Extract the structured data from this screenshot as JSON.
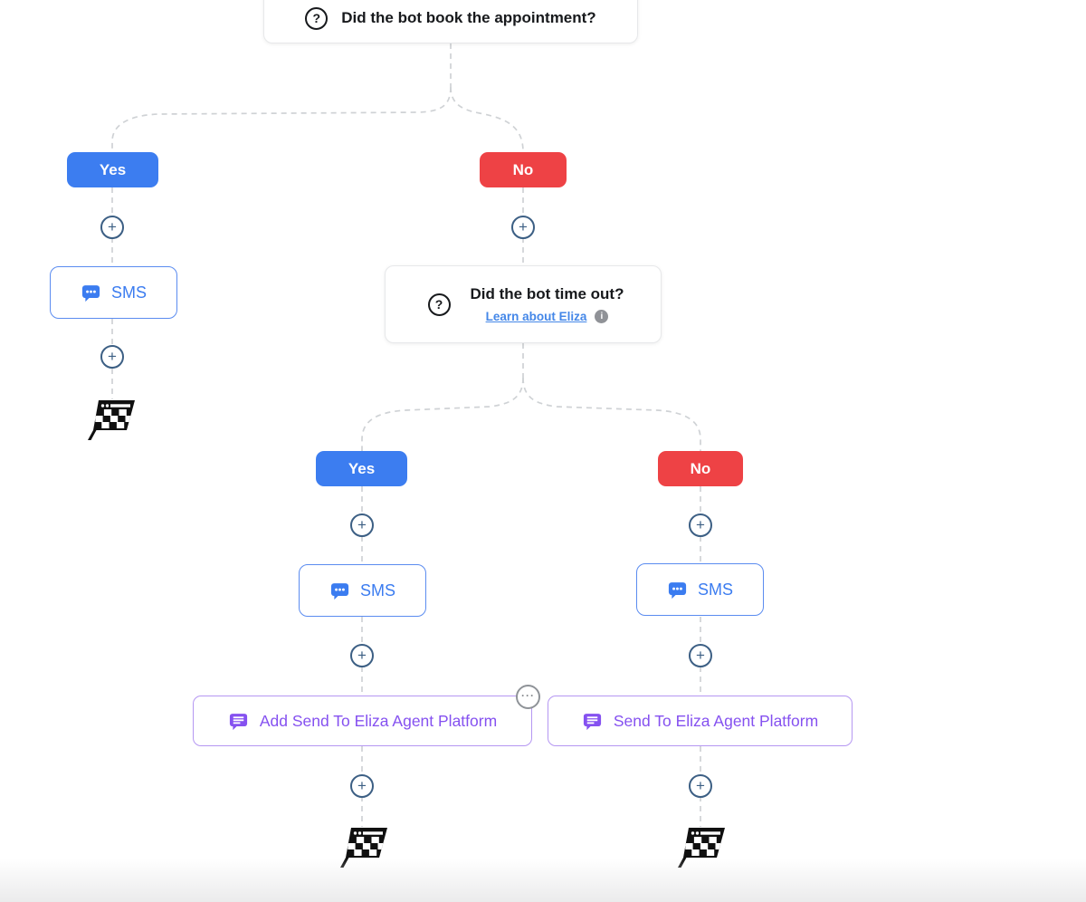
{
  "glyphs": {
    "plus": "+",
    "question": "?",
    "ellipsis": "···",
    "info": "i"
  },
  "colors": {
    "yes_button": "#3c7df0",
    "no_button": "#ee4245",
    "sms_accent": "#3b7cf0",
    "eliza_accent": "#8551f0",
    "connector": "#cfd2d5",
    "plus_icon": "#3c5f84",
    "link": "#4487e8"
  },
  "nodes": {
    "q_book": {
      "label": "Did the bot book the appointment?"
    },
    "branch_book": {
      "yes": "Yes",
      "no": "No"
    },
    "sms_yes": {
      "label": "SMS"
    },
    "q_timeout": {
      "label": "Did the bot time out?",
      "link": "Learn about Eliza"
    },
    "branch_timeout": {
      "yes": "Yes",
      "no": "No"
    },
    "sms_timeout_yes": {
      "label": "SMS"
    },
    "sms_timeout_no": {
      "label": "SMS"
    },
    "eliza_add": {
      "label": "Add Send To Eliza Agent Platform"
    },
    "eliza_send": {
      "label": "Send To Eliza Agent Platform"
    }
  }
}
